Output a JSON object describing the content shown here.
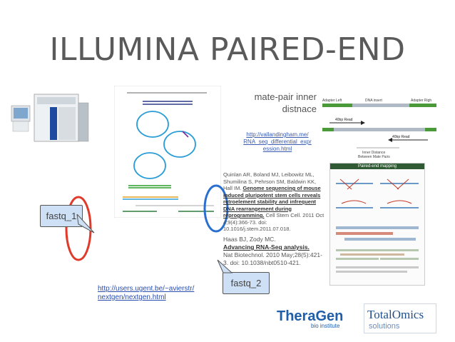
{
  "slide": {
    "title": "ILLUMINA PAIRED-END",
    "mate_pair_heading_line1": "mate-pair inner",
    "mate_pair_heading_line2": "distnace",
    "vallandingham_link_line1": "http://vallandingham.me/",
    "vallandingham_link_line2": "RNA_seq_differential_expr",
    "vallandingham_link_line3": "ession.html",
    "ref1_prefix": "Quinlan AR, Boland MJ, Leibowitz ML, Shumilina S, Pehrson SM, Baldwin KK, Hall IM.",
    "ref1_title": "Genome sequencing of mouse induced pluripotent stem cells reveals retroelement stability and infrequent DNA rearrangement during reprogramming.",
    "ref1_suffix": "Cell Stem Cell. 2011 Oct 4;9(4):366-73. doi: 10.1016/j.stem.2011.07.018.",
    "ref2_prefix": "Haas BJ, Zody MC.",
    "ref2_title": "Advancing RNA-Seq analysis.",
    "ref2_suffix": "Nat Biotechnol. 2010 May;28(5):421-3. doi: 10.1038/nbt0510-421.",
    "ugent_link_line1": "http://users.ugent.be/~avierstr/",
    "ugent_link_line2": "nextgen/nextgen.html",
    "fastq1_label": "fastq_1",
    "fastq2_label": "fastq_2",
    "logo1_text": "TheraGen",
    "logo1_sub": "bio institute",
    "logo2_text": "TotalOmics",
    "logo2_sub": "solutions"
  },
  "insert_figure": {
    "adapter_left": "Adapter Left",
    "dna_insert": "DNA insert",
    "adapter_right": "Adapter Righ",
    "read1": "40bp Read",
    "read2": "40bp Read",
    "inner_distance_line1": "Inner Distance",
    "inner_distance_line2": "Between Mate Pairs",
    "paired_end_mapping": "Paired-end mapping"
  },
  "colors": {
    "title": "#5a5a5a",
    "link": "#2a4db0",
    "callout_bg": "#cde0f5",
    "red_circle": "#e03a2a",
    "blue_circle": "#2a6fd0",
    "dark_green": "#2f5a34"
  }
}
